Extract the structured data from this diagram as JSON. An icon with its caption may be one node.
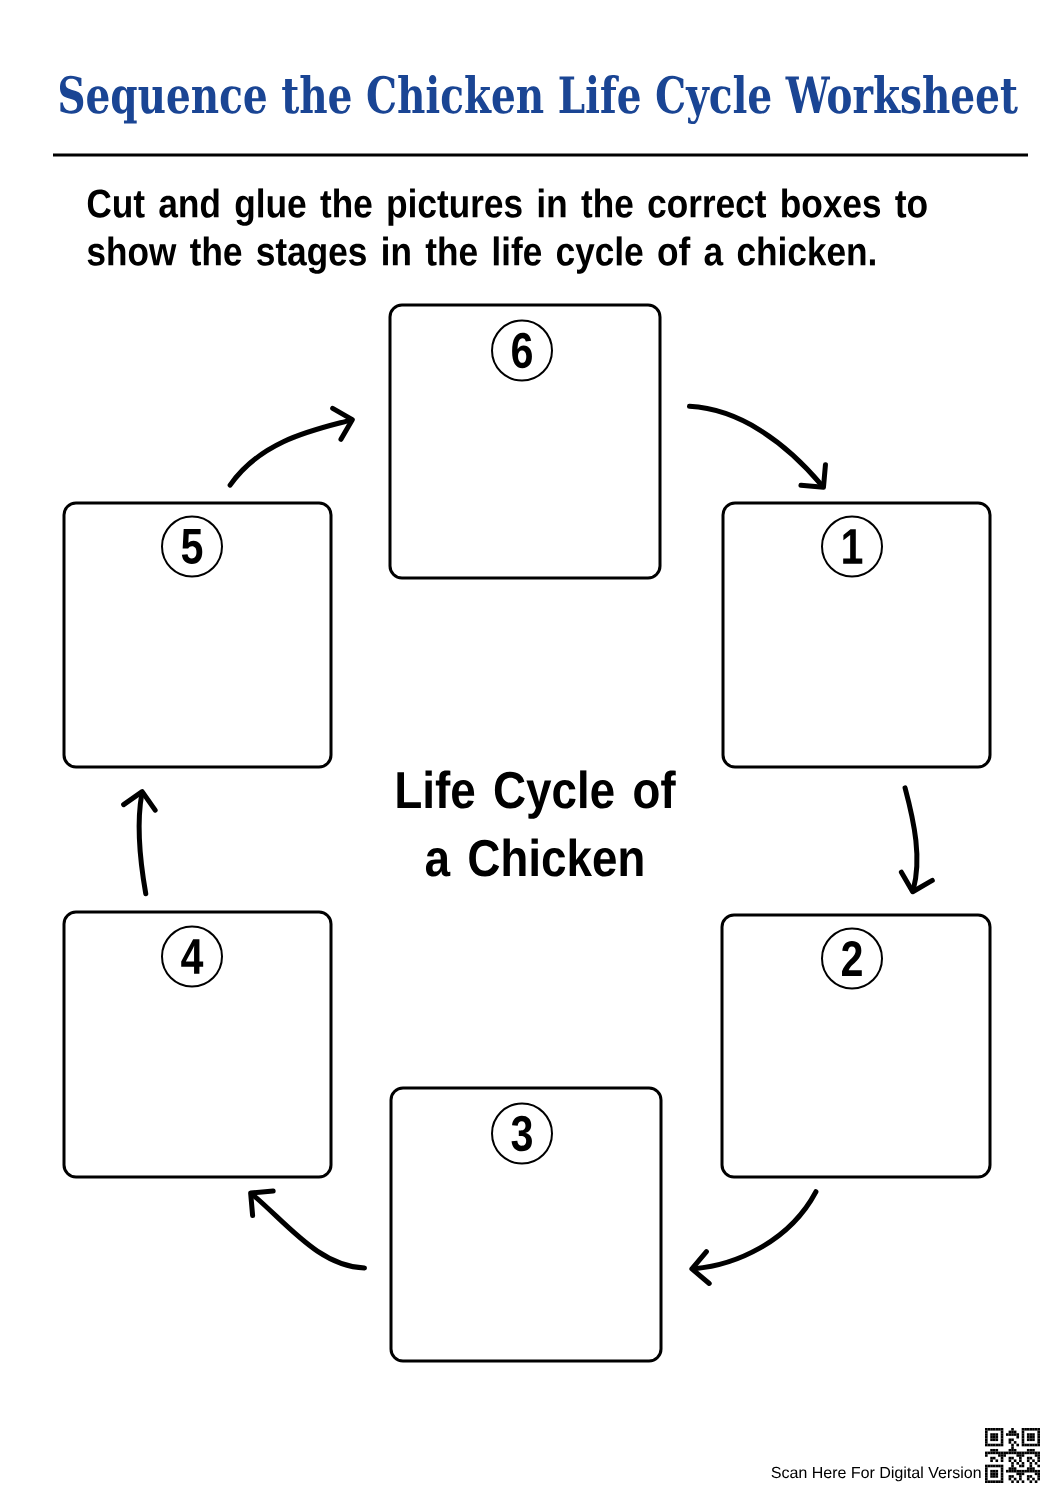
{
  "diagram": {
    "title": "Sequence the Chicken Life Cycle Worksheet",
    "nodes": [
      {
        "text": [],
        "shape": "box"
      },
      {
        "text": [
          "6"
        ],
        "in": 0
      },
      {
        "text": [],
        "shape": "box"
      },
      {
        "text": [
          "5"
        ],
        "in": 2
      },
      {
        "text": [],
        "shape": "box"
      },
      {
        "text": [
          "1"
        ],
        "in": 4
      },
      {
        "text": [],
        "shape": "box"
      },
      {
        "text": [
          "4"
        ],
        "in": 6
      },
      {
        "text": [],
        "shape": "box"
      },
      {
        "text": [
          "2"
        ],
        "in": 8
      },
      {
        "text": [],
        "shape": "box"
      },
      {
        "text": [
          "3"
        ],
        "in": 10
      }
    ],
    "edges": [
      {
        "from": 0,
        "to": 4,
        "arrow": "to"
      },
      {
        "from": 4,
        "to": 8,
        "arrow": "to"
      },
      {
        "from": 8,
        "to": 10,
        "arrow": "to"
      },
      {
        "from": 10,
        "to": 6,
        "arrow": "to"
      },
      {
        "from": 6,
        "to": 2,
        "arrow": "to"
      },
      {
        "from": 2,
        "to": 0,
        "arrow": "to"
      }
    ],
    "labels": [
      "Cut and glue the pictures in the correct boxes to show the stages in the life cycle of a chicken.",
      "Life Cycle of a Chicken",
      "Scan Here For Digital Version"
    ]
  }
}
